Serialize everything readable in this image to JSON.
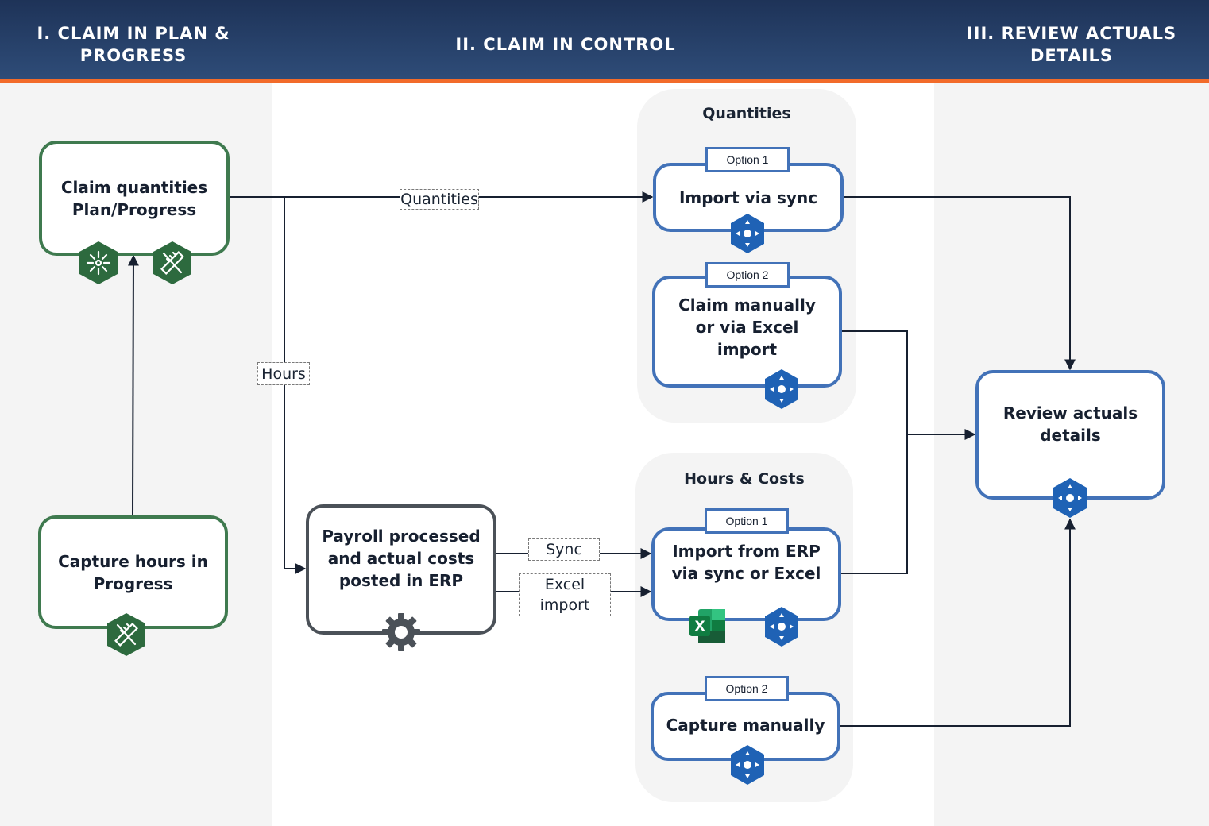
{
  "phases": {
    "p1": "I. CLAIM IN PLAN & PROGRESS",
    "p2": "II. CLAIM IN CONTROL",
    "p3": "III. REVIEW ACTUALS DETAILS"
  },
  "groups": {
    "quantities": "Quantities",
    "hours_costs": "Hours & Costs"
  },
  "nodes": {
    "claim_quantities": "Claim quantities Plan/Progress",
    "capture_hours": "Capture hours in Progress",
    "payroll": "Payroll processed and actual costs posted in ERP",
    "import_sync": "Import via sync",
    "claim_manually": "Claim manually or via Excel import",
    "import_erp": "Import from ERP via sync or Excel",
    "capture_manually": "Capture manually",
    "review": "Review actuals details"
  },
  "options": {
    "q1": "Option 1",
    "q2": "Option 2",
    "h1": "Option 1",
    "h2": "Option 2"
  },
  "edge_labels": {
    "quantities": "Quantities",
    "hours": "Hours",
    "sync": "Sync",
    "excel_import": "Excel import"
  },
  "icons": {
    "plan": "plan-hex-icon",
    "progress": "progress-ruler-hex-icon",
    "control": "control-compass-hex-icon",
    "erp": "gear-icon",
    "excel": "excel-icon"
  },
  "colors": {
    "header": "#23395f",
    "accent": "#f26b2a",
    "green": "#3f7a4f",
    "blue": "#4272b8",
    "dark": "#4b5158",
    "hex_green": "#2d6a3e",
    "hex_blue": "#1f62b5"
  }
}
